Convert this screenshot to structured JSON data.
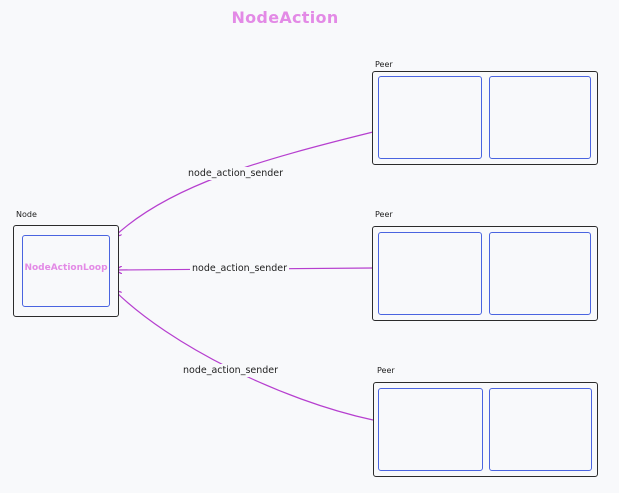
{
  "title": "NodeAction",
  "node": {
    "label": "Node",
    "loop_label": "NodeActionLoop"
  },
  "peers": [
    {
      "label": "Peer"
    },
    {
      "label": "Peer"
    },
    {
      "label": "Peer"
    }
  ],
  "edges": [
    {
      "label": "node_action_sender"
    },
    {
      "label": "node_action_sender"
    },
    {
      "label": "node_action_sender"
    }
  ],
  "colors": {
    "title": "#e38ae6",
    "arrow": "#b63fcf",
    "inner_box_border": "#4a64e0",
    "frame_border": "#2b2b2b",
    "background": "#f8f9fb"
  }
}
